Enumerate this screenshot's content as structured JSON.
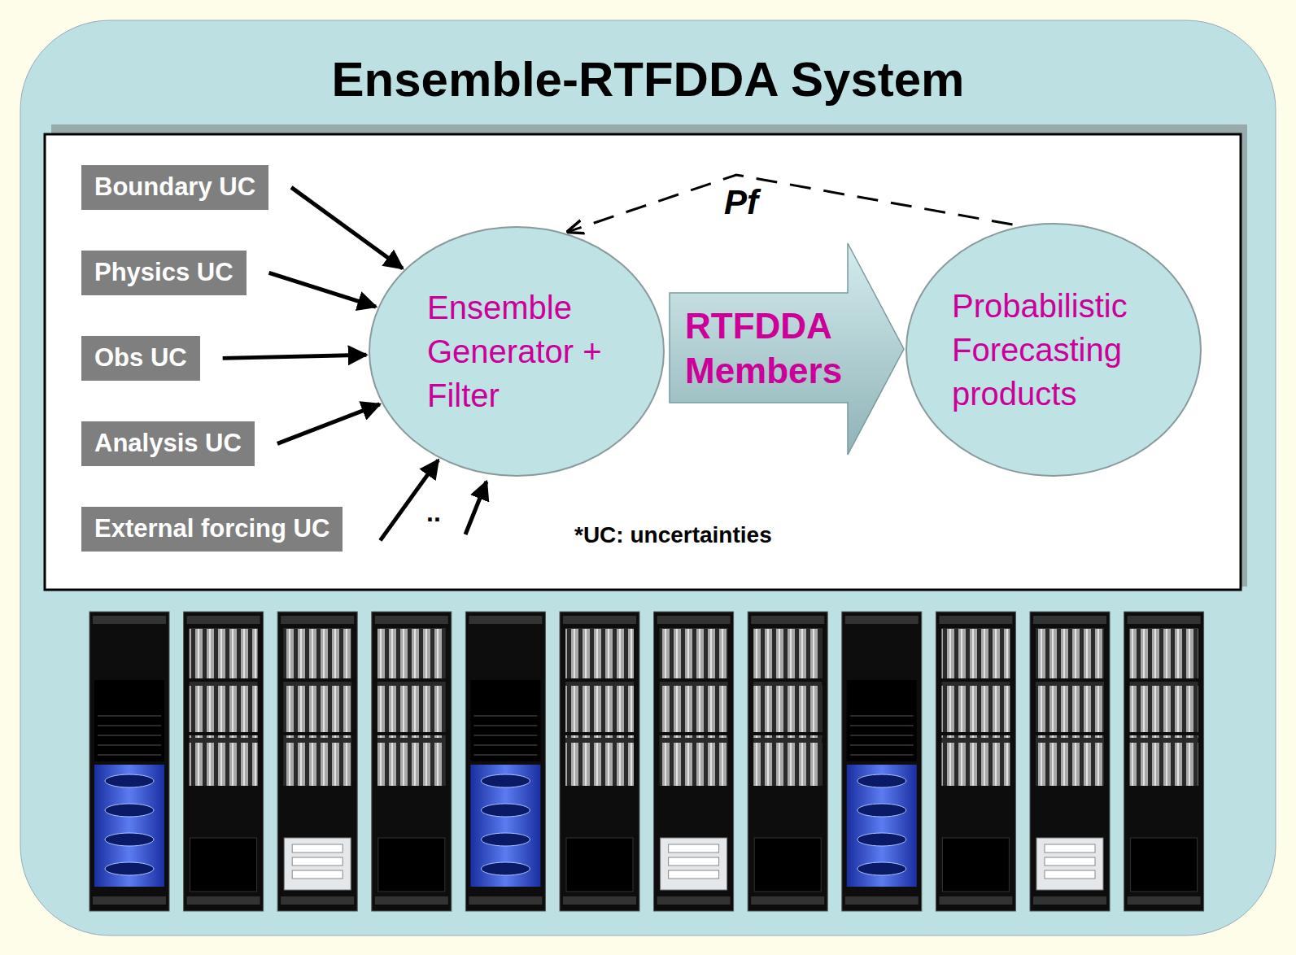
{
  "diagram": {
    "title": "Ensemble-RTFDDA System",
    "nodes": [
      {
        "text": [
          "Boundary UC"
        ]
      },
      {
        "text": [
          "Physics UC"
        ]
      },
      {
        "text": [
          "Obs UC"
        ]
      },
      {
        "text": [
          "Analysis UC"
        ]
      },
      {
        "text": [
          "External forcing UC"
        ]
      },
      {
        "text": [
          "Ensemble Generator + Filter"
        ]
      },
      {
        "text": [
          "RTFDDA Members"
        ]
      },
      {
        "text": [
          "Probabilistic Forecasting products"
        ]
      }
    ],
    "edges": [
      {
        "from": 0,
        "to": 5,
        "arrow": "to"
      },
      {
        "from": 1,
        "to": 5,
        "arrow": "to"
      },
      {
        "from": 2,
        "to": 5,
        "arrow": "to"
      },
      {
        "from": 3,
        "to": 5,
        "arrow": "to"
      },
      {
        "from": 4,
        "to": 5,
        "arrow": "to"
      },
      {
        "from": 7,
        "to": 5,
        "label": "Pf",
        "arrow": "to"
      }
    ],
    "labels": [
      "..",
      "*UC: uncertainties"
    ]
  }
}
